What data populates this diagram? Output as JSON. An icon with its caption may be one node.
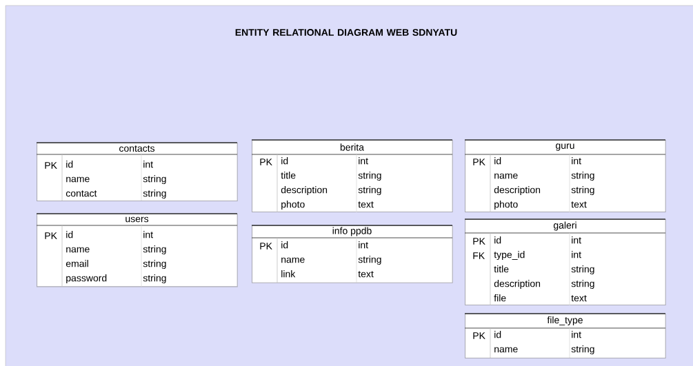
{
  "diagram": {
    "title": "ENTITY RELATIONAL DIAGRAM WEB SDNYATU",
    "nodes": [
      {
        "text": [
          "contacts",
          "PK",
          "id",
          "int",
          "name",
          "string",
          "contact",
          "string"
        ]
      },
      {
        "text": [
          "users",
          "PK",
          "id",
          "int",
          "name",
          "string",
          "email",
          "string",
          "password",
          "string"
        ]
      },
      {
        "text": [
          "berita",
          "PK",
          "id",
          "int",
          "title",
          "string",
          "description",
          "string",
          "photo",
          "text"
        ]
      },
      {
        "text": [
          "info ppdb",
          "PK",
          "id",
          "int",
          "name",
          "string",
          "link",
          "text"
        ]
      },
      {
        "text": [
          "guru",
          "PK",
          "id",
          "int",
          "name",
          "string",
          "description",
          "string",
          "photo",
          "text"
        ]
      },
      {
        "text": [
          "galeri",
          "PK",
          "id",
          "int",
          "FK",
          "type_id",
          "int",
          "title",
          "string",
          "description",
          "string",
          "file",
          "text"
        ]
      },
      {
        "text": [
          "file_type",
          "PK",
          "id",
          "int",
          "name",
          "string"
        ]
      }
    ]
  }
}
